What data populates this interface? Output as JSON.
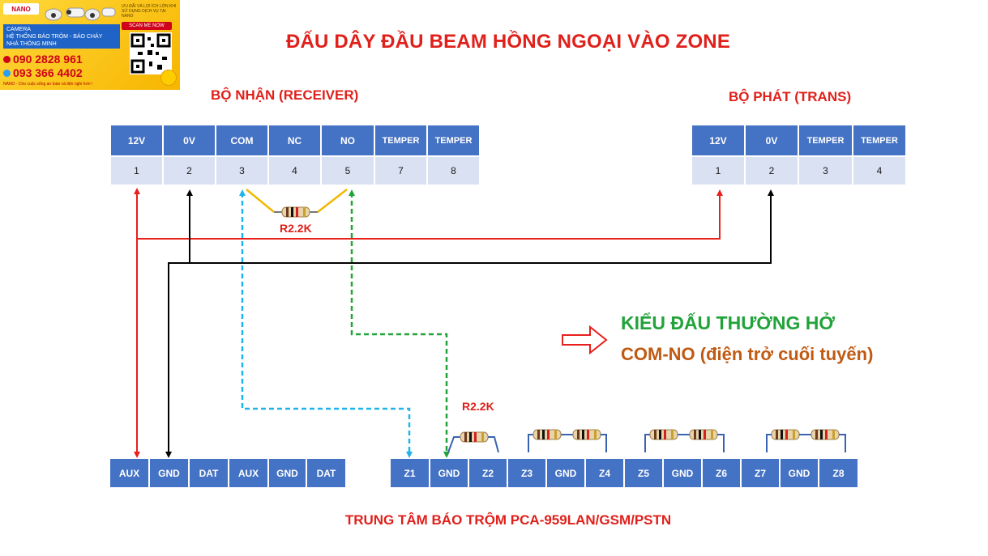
{
  "title": "ĐẤU DÂY ĐẦU BEAM HỒNG NGOẠI VÀO ZONE",
  "receiver": {
    "heading": "BỘ NHẬN (RECEIVER)",
    "labels": [
      "12V",
      "0V",
      "COM",
      "NC",
      "NO",
      "TEMPER",
      "TEMPER"
    ],
    "numbers": [
      "1",
      "2",
      "3",
      "4",
      "5",
      "7",
      "8"
    ]
  },
  "transmitter": {
    "heading": "BỘ PHÁT (TRANS)",
    "labels": [
      "12V",
      "0V",
      "TEMPER",
      "TEMPER"
    ],
    "numbers": [
      "1",
      "2",
      "3",
      "4"
    ]
  },
  "resistor_label_top": "R2.2K",
  "resistor_label_bottom": "R2.2K",
  "mode": {
    "line1": "KIỂU ĐẤU THƯỜNG HỞ",
    "line2": "COM-NO (điện trở cuối tuyến)"
  },
  "panel_left": [
    "AUX",
    "GND",
    "DAT",
    "AUX",
    "GND",
    "DAT"
  ],
  "panel_zones": [
    "Z1",
    "GND",
    "Z2",
    "Z3",
    "GND",
    "Z4",
    "Z5",
    "GND",
    "Z6",
    "Z7",
    "GND",
    "Z8"
  ],
  "footer": "TRUNG TÂM BÁO TRỘM PCA-959LAN/GSM/PSTN",
  "ad": {
    "brand": "NANO",
    "strip_line1": "CAMERA",
    "strip_line2": "HỆ THỐNG BÁO TRỘM - BÁO CHÁY",
    "strip_line3": "NHÀ THÔNG MINH",
    "phone1": "090 2828 961",
    "phone2": "093 366 4402",
    "scan": "SCAN ME NOW",
    "promo": "ƯU ĐÃI VÀ LỢI ÍCH LỚN KHI SỬ DỤNG DỊCH VỤ TẠI NANO",
    "slogan": "NANO - Cho cuộc sống an toàn và tiện nghi hơn !"
  },
  "colors": {
    "red_wire": "#e8201b",
    "black_wire": "#000000",
    "blue_dashed": "#1fb3e8",
    "green_dashed": "#22a33a",
    "header_blue": "#4472c4",
    "cell_light": "#d9e1f2"
  }
}
